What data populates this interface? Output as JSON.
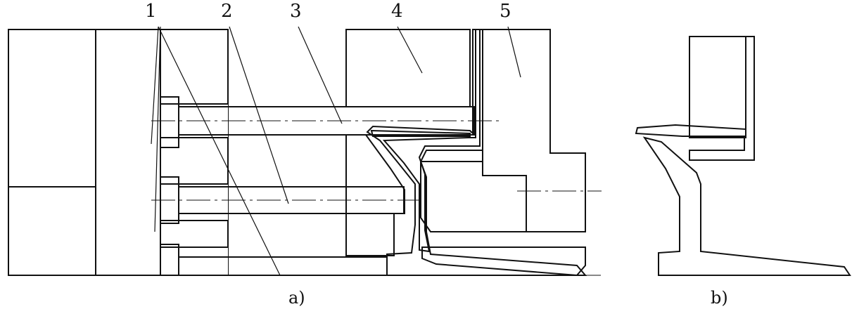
{
  "figure": {
    "callouts": [
      "1",
      "2",
      "3",
      "4",
      "5"
    ],
    "captions": {
      "a": "a)",
      "b": "b)"
    }
  }
}
